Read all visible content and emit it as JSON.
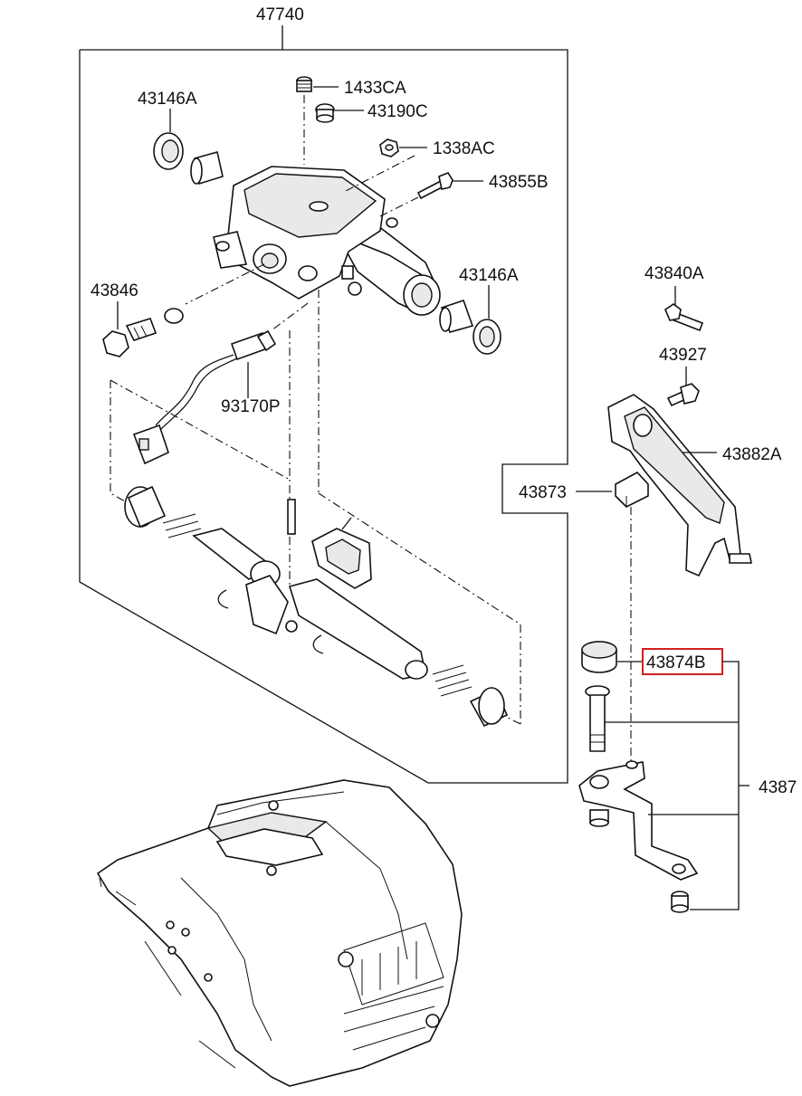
{
  "labels": {
    "assembly": "47740",
    "plug_1433CA": "1433CA",
    "plug_43190C": "43190C",
    "nut_1338AC": "1338AC",
    "bolt_43855B": "43855B",
    "seal_43146A_top": "43146A",
    "seal_43146A_right": "43146A",
    "plug_43846": "43846",
    "switch_93170P": "93170P",
    "bolt_43840A": "43840A",
    "bolt_43927": "43927",
    "lever_43882A": "43882A",
    "bushing_43873": "43873",
    "cap_43874B": "43874B",
    "lever_assembly_4387": "4387"
  },
  "highlight_color": "#d42020"
}
